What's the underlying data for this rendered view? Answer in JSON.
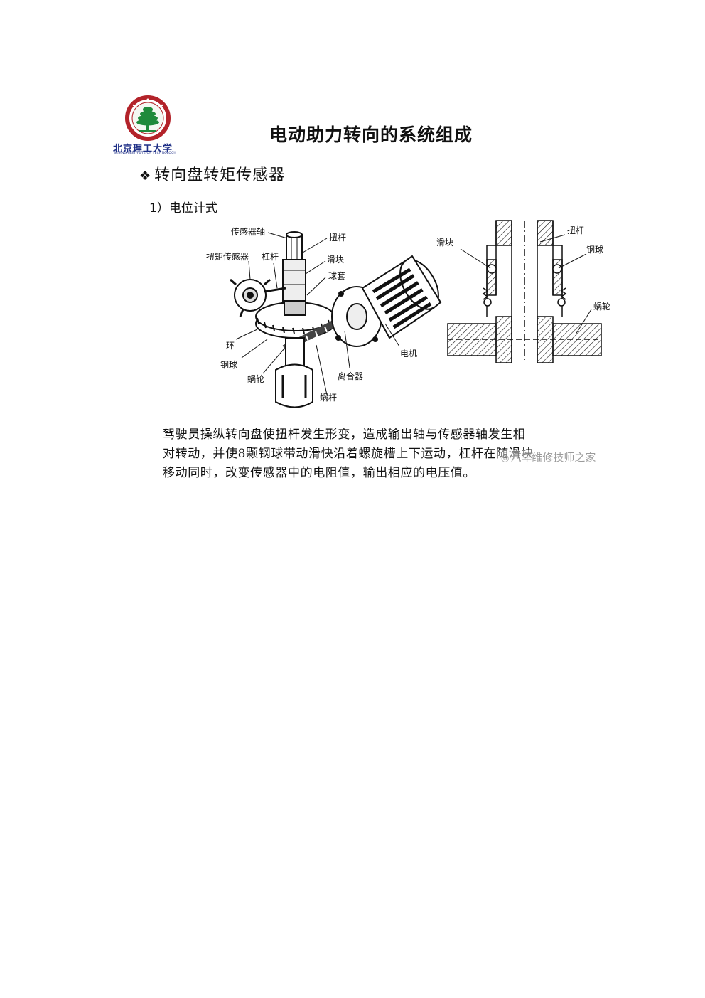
{
  "logo": {
    "name": "北京理工大学",
    "english": "BEIJING INSTITUTE OF TECHNOLOGY",
    "colors": {
      "ring": "#b3232a",
      "tree": "#1f8a3b",
      "text": "#1e2f86"
    }
  },
  "title": "电动助力转向的系统组成",
  "section": {
    "bullet": "❖",
    "heading": "转向盘转矩传感器"
  },
  "subsection": "1）电位计式",
  "diagram_left": {
    "labels": {
      "sensor_shaft": "传感器轴",
      "torsion_bar": "扭杆",
      "torque_sensor": "扭矩传感器",
      "lever": "杠杆",
      "slider": "滑块",
      "ball_sleeve": "球套",
      "ring": "环",
      "steel_ball": "钢球",
      "worm_wheel": "蜗轮",
      "clutch": "离合器",
      "motor": "电机",
      "worm": "蜗杆"
    }
  },
  "diagram_right": {
    "labels": {
      "slider": "滑块",
      "torsion_bar": "扭杆",
      "steel_ball": "钢球",
      "worm_wheel": "蜗轮"
    }
  },
  "paragraph": [
    "驾驶员操纵转向盘使扭杆发生形变，造成输出轴与传感器轴发生相",
    "对转动，并使8颗钢球带动滑快沿着螺旋槽上下运动，杠杆在随滑块",
    "移动同时，改变传感器中的电阻值，输出相应的电压值。"
  ],
  "watermark": {
    "icon": "wechat-icon",
    "text": "汽车维修技师之家"
  }
}
